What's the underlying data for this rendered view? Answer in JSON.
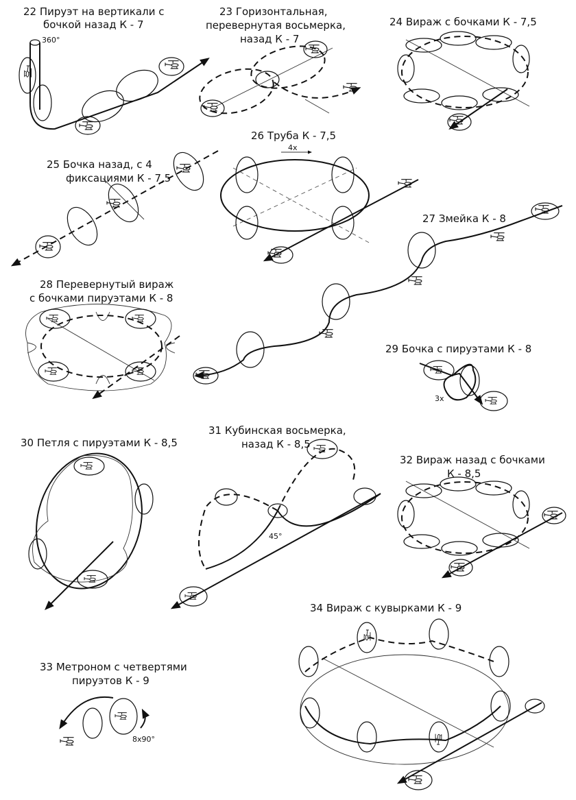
{
  "figures": [
    {
      "id": "fig22",
      "line1": "22  Пируэт на вертикали с",
      "line2": "бочкой назад  К - 7"
    },
    {
      "id": "fig23",
      "line1": "23  Горизонтальная,",
      "line2": "перевернутая восьмерка,",
      "line3": "назад  К - 7"
    },
    {
      "id": "fig24",
      "line1": "24  Вираж с бочками  К - 7,5"
    },
    {
      "id": "fig25",
      "line1": "25  Бочка назад, с 4",
      "line2": "фиксациями  К - 7,5"
    },
    {
      "id": "fig26",
      "line1": "26  Труба  К - 7,5"
    },
    {
      "id": "fig27",
      "line1": "27  Змейка  К - 8"
    },
    {
      "id": "fig28",
      "line1": "28  Перевернутый вираж",
      "line2": "с бочками пируэтами  К - 8"
    },
    {
      "id": "fig29",
      "line1": "29  Бочка с пируэтами  К - 8"
    },
    {
      "id": "fig30",
      "line1": "30  Петля с пируэтами  К - 8,5"
    },
    {
      "id": "fig31",
      "line1": "31  Кубинская восьмерка,",
      "line2": "назад  К - 8,5"
    },
    {
      "id": "fig32",
      "line1": "32  Вираж назад с бочками",
      "line2": "К - 8,5"
    },
    {
      "id": "fig33",
      "line1": "33  Метроном с четвертями",
      "line2": "пируэтов  К - 9"
    },
    {
      "id": "fig34",
      "line1": "34  Вираж с кувырками  К - 9"
    }
  ],
  "annotations": {
    "fig22_rotation": "360°",
    "fig26_count": "4x",
    "fig29_count": "3x",
    "fig31_angle": "45°",
    "fig33_count": "8x90°"
  }
}
